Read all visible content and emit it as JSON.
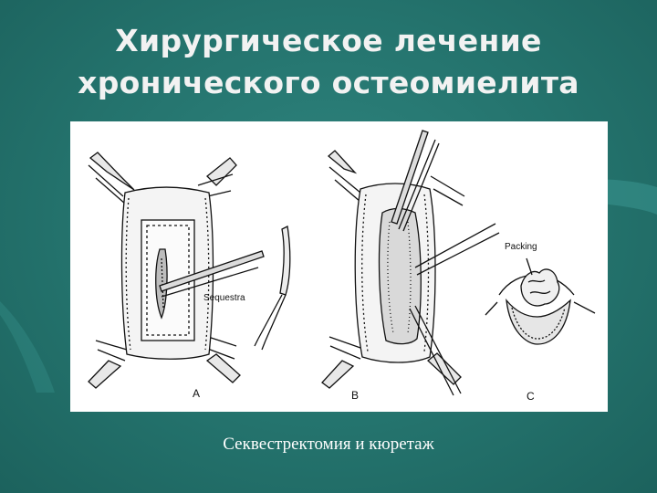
{
  "slide": {
    "title_line1": "Хирургическое лечение",
    "title_line2": "хронического остеомиелита",
    "caption": "Секвестректомия и кюретаж"
  },
  "figure": {
    "labels": {
      "sequestra": "Sequestra",
      "packing": "Packing",
      "panel_a": "A",
      "panel_b": "B",
      "panel_c": "C"
    }
  },
  "colors": {
    "background": "#24736d",
    "title_text": "#f2f2f2",
    "figure_background": "#ffffff"
  }
}
